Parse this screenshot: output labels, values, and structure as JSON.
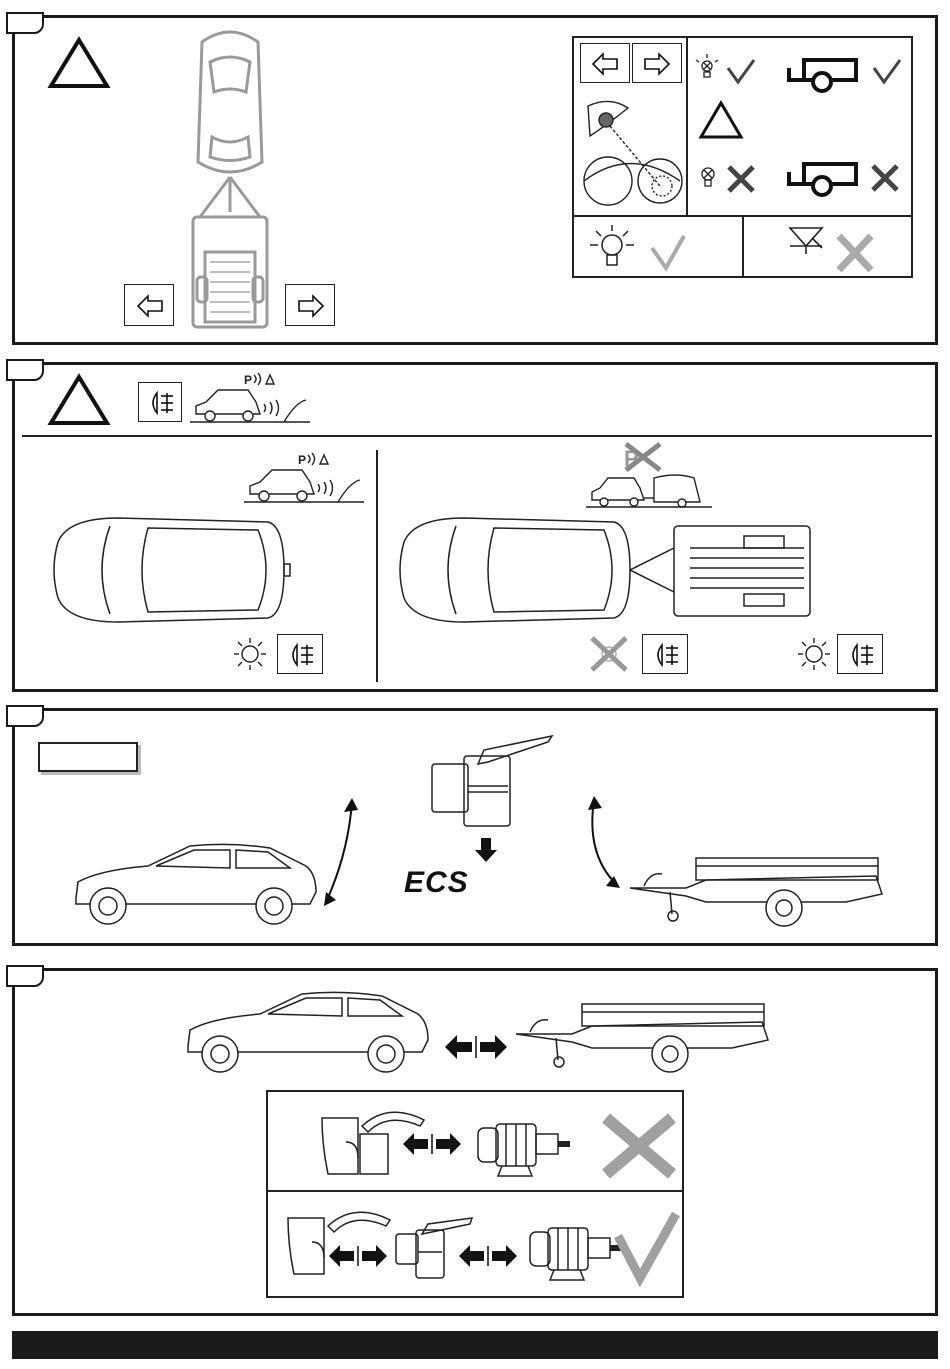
{
  "panels": [
    {
      "id": "lighting-check"
    },
    {
      "id": "parking-sensors"
    },
    {
      "id": "ecs-connection"
    },
    {
      "id": "socket-adapter"
    }
  ],
  "brand_text": "ECS",
  "model_label_box": "",
  "colors": {
    "frame": "#1a1a1a",
    "gray_mark": "#9a9a9a",
    "footer_bar": "#1b1b1b"
  },
  "icons": [
    "warning-triangle-icon",
    "arrow-left-icon",
    "arrow-right-icon",
    "bulb-ok-icon",
    "bulb-fail-icon",
    "check-icon",
    "cross-icon",
    "trailer-icon",
    "fog-light-icon",
    "parking-sensor-icon",
    "led-icon"
  ]
}
